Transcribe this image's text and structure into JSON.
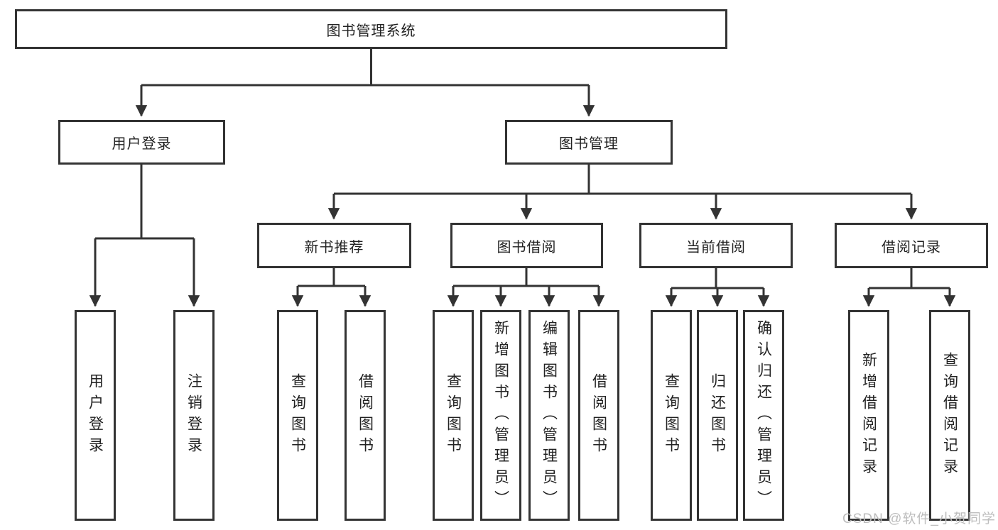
{
  "diagram_title": "图书管理系统",
  "nodes": {
    "root": "图书管理系统",
    "user_login": "用户登录",
    "book_mgmt": "图书管理",
    "new_book_rec": "新书推荐",
    "book_borrow": "图书借阅",
    "current_borrow": "当前借阅",
    "borrow_records": "借阅记录",
    "leaf_user_login": "用户登录",
    "leaf_logout": "注销登录",
    "rec_query_book": "查询图书",
    "rec_borrow_book": "借阅图书",
    "bb_query_book": "查询图书",
    "bb_add_book": "新增图书（管理员）",
    "bb_edit_book": "编辑图书（管理员）",
    "bb_borrow_book": "借阅图书",
    "cb_query_book": "查询图书",
    "cb_return_book": "归还图书",
    "cb_confirm_return": "确认归还（管理员）",
    "br_add_record": "新增借阅记录",
    "br_query_record": "查询借阅记录"
  },
  "hierarchy": {
    "图书管理系统": {
      "用户登录": [
        "用户登录",
        "注销登录"
      ],
      "图书管理": {
        "新书推荐": [
          "查询图书",
          "借阅图书"
        ],
        "图书借阅": [
          "查询图书",
          "新增图书（管理员）",
          "编辑图书（管理员）",
          "借阅图书"
        ],
        "当前借阅": [
          "查询图书",
          "归还图书",
          "确认归还（管理员）"
        ],
        "借阅记录": [
          "新增借阅记录",
          "查询借阅记录"
        ]
      }
    }
  },
  "watermark": "CSDN @软件_小贺同学",
  "colors": {
    "line": "#333333",
    "box_border": "#333333",
    "box_background": "#ffffff",
    "text": "#222222",
    "watermark": "#bdbdbd"
  }
}
